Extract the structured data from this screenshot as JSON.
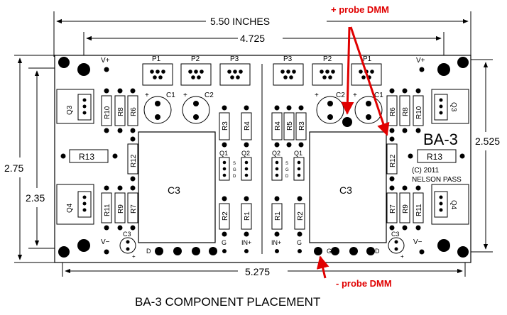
{
  "dimensions": {
    "width_total": "5.50  INCHES",
    "width_inner": "4.725",
    "width_bottom": "5.275",
    "height_total": "2.75",
    "height_inner": "2.35",
    "height_right": "2.525"
  },
  "annotations": {
    "probe_plus": "+ probe DMM",
    "probe_minus": "- probe DMM"
  },
  "board": {
    "title": "BA-3",
    "copyright": "(C) 2011",
    "author": "NELSON PASS"
  },
  "labels": {
    "vplus": "V+",
    "vminus": "V−",
    "p1": "P1",
    "p2": "P2",
    "p3": "P3",
    "c1": "C1",
    "c2": "C2",
    "c3": "C3",
    "q1": "Q1",
    "q2": "Q2",
    "q3": "Q3",
    "q4": "Q4",
    "r1": "R1",
    "r2": "R2",
    "r3": "R3",
    "r4": "R4",
    "r5": "R5",
    "r6": "R6",
    "r7": "R7",
    "r8": "R8",
    "r9": "R9",
    "r10": "R10",
    "r11": "R11",
    "r12": "R12",
    "r13": "R13",
    "pin_s": "S",
    "pin_g": "G",
    "pin_d": "D",
    "pad_d": "D",
    "pad_g": "G",
    "in_plus": "IN+",
    "plus": "+"
  },
  "caption": "BA-3 COMPONENT PLACEMENT"
}
